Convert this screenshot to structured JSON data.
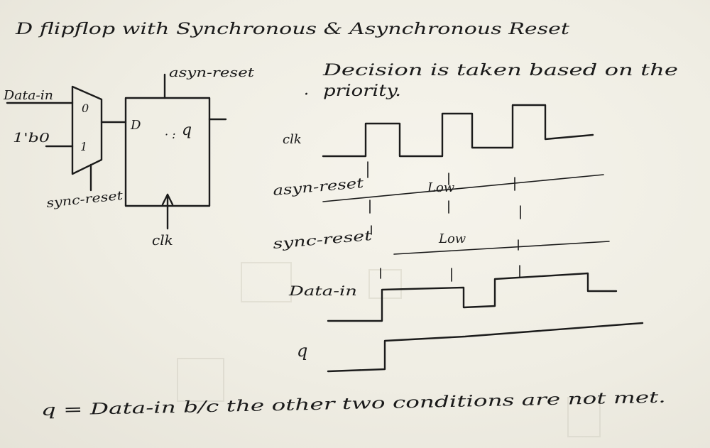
{
  "title": "D flipflop with Synchronous & Asynchronous Reset",
  "note": {
    "line1": "Decision is taken based on the",
    "line2": "priority."
  },
  "circuit": {
    "mux": {
      "input0_label": "Data-in",
      "input1_label": "1'b0",
      "sel0": "0",
      "sel1": "1",
      "select_label": "sync-reset"
    },
    "flipflop": {
      "d_label": "D",
      "q_label": "q",
      "reset_label": "asyn-reset",
      "clock_label": "clk"
    }
  },
  "timing": {
    "signals": [
      "clk",
      "asyn-reset",
      "sync-reset",
      "Data-in",
      "q"
    ],
    "asyn_reset_state": "Low",
    "sync_reset_state": "Low"
  },
  "conclusion": "q = Data-in b/c the other two conditions are not met."
}
